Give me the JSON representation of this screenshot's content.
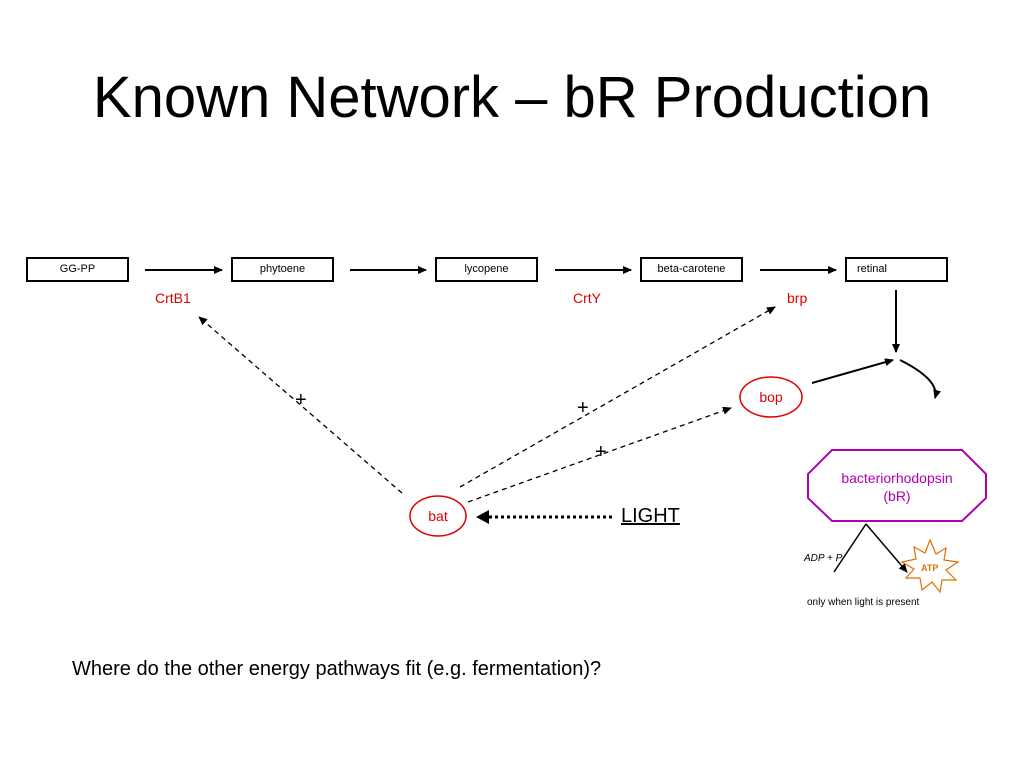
{
  "title": "Known Network – bR Production",
  "molecules": [
    "GG-PP",
    "phytoene",
    "lycopene",
    "beta-carotene",
    "retinal"
  ],
  "enzymes": [
    "CrtB1",
    "CrtY",
    "brp"
  ],
  "regulators": {
    "bat": "bat",
    "bop": "bop"
  },
  "plus_signs": [
    "+",
    "+",
    "+"
  ],
  "light": "LIGHT",
  "product": {
    "line1": "bacteriorhodopsin",
    "line2": "(bR)"
  },
  "reaction": {
    "substrate": "ADP + P",
    "product": "ATP",
    "condition": "only when light is present"
  },
  "question": "Where do the other energy pathways fit (e.g. fermentation)?",
  "colors": {
    "enzyme": "#e00000",
    "product_border": "#b000b0",
    "atp": "#e07000"
  }
}
